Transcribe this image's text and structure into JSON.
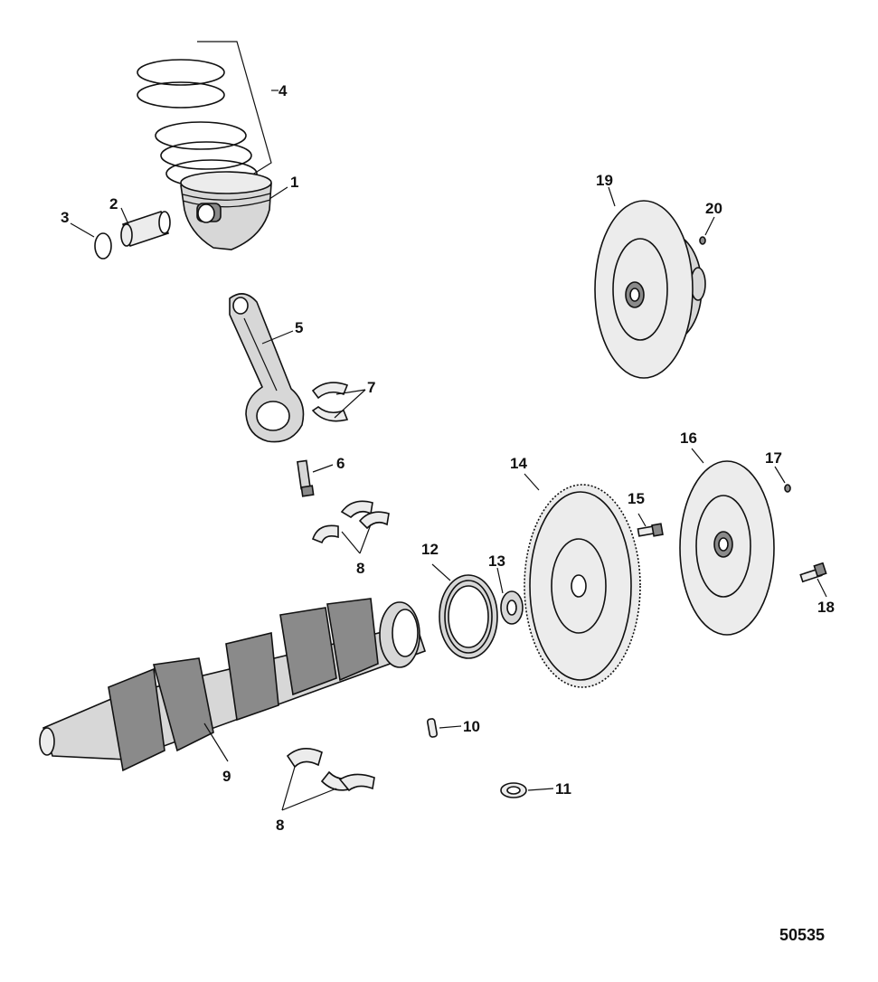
{
  "reference_number": "50535",
  "callouts": {
    "c1": "1",
    "c2": "2",
    "c3": "3",
    "c4": "4",
    "c5": "5",
    "c6": "6",
    "c7": "7",
    "c8a": "8",
    "c8b": "8",
    "c9": "9",
    "c10": "10",
    "c11": "11",
    "c12": "12",
    "c13": "13",
    "c14": "14",
    "c15": "15",
    "c16": "16",
    "c17": "17",
    "c18": "18",
    "c19": "19",
    "c20": "20"
  }
}
